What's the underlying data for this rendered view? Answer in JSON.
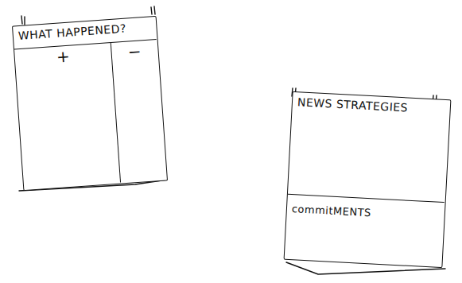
{
  "diagram": {
    "nodes": [
      {
        "text": [
          "WHAT HAPPENED?"
        ]
      },
      {
        "text": [
          "+"
        ],
        "in": 0
      },
      {
        "text": [
          "−"
        ],
        "in": 0
      },
      {
        "text": [
          "NEWS STRATEGIES"
        ]
      },
      {
        "text": [
          "commitMENTS"
        ],
        "in": 3
      }
    ]
  }
}
